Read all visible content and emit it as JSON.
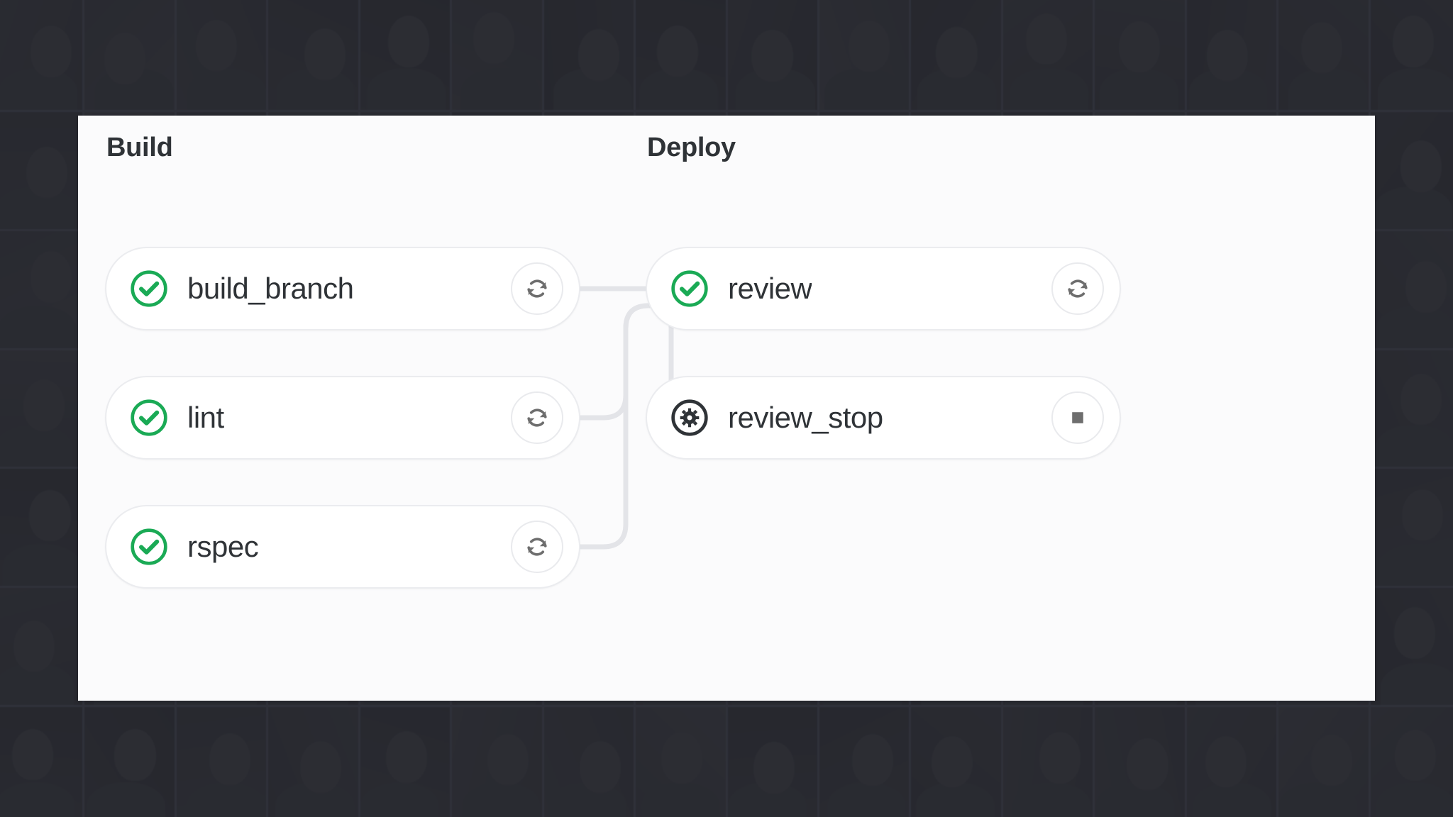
{
  "view": {
    "type": "ci-pipeline-graph",
    "card_background": "#fbfbfc",
    "page_background": "#343741"
  },
  "colors": {
    "success_green": "#1aaa55",
    "manual_dark": "#2f3337",
    "action_grey": "#6e6e6e",
    "connector_grey": "#e3e4e8",
    "pill_border": "#ebecef",
    "text_primary": "#2f3337"
  },
  "stages": [
    {
      "name": "build",
      "title": "Build",
      "jobs": [
        {
          "name": "build_branch",
          "status": "success",
          "status_icon": "status-success-icon",
          "action": "retry",
          "action_icon": "retry-icon"
        },
        {
          "name": "lint",
          "status": "success",
          "status_icon": "status-success-icon",
          "action": "retry",
          "action_icon": "retry-icon"
        },
        {
          "name": "rspec",
          "status": "success",
          "status_icon": "status-success-icon",
          "action": "retry",
          "action_icon": "retry-icon"
        }
      ]
    },
    {
      "name": "deploy",
      "title": "Deploy",
      "jobs": [
        {
          "name": "review",
          "status": "success",
          "status_icon": "status-success-icon",
          "action": "retry",
          "action_icon": "retry-icon"
        },
        {
          "name": "review_stop",
          "status": "manual",
          "status_icon": "status-manual-gear-icon",
          "action": "stop",
          "action_icon": "stop-square-icon"
        }
      ]
    }
  ]
}
